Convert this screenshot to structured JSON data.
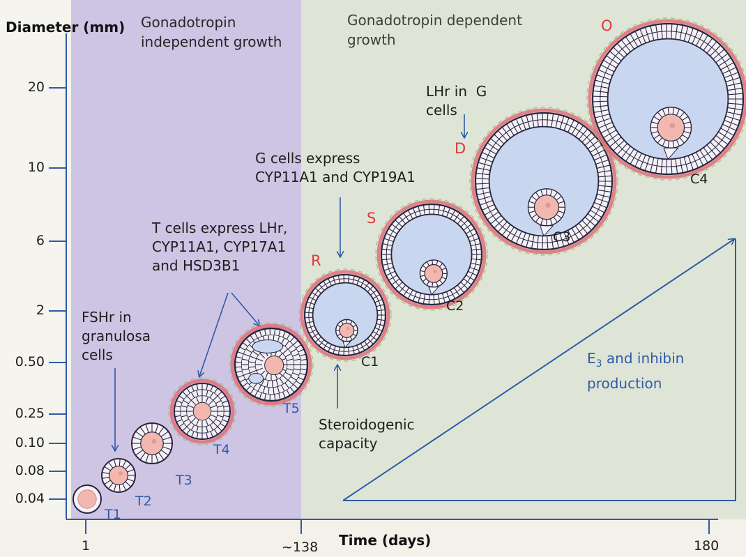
{
  "axis": {
    "y_label": "Diameter (mm)",
    "x_label": "Time (days)",
    "y_ticks": [
      "20",
      "10",
      "6",
      "2",
      "0.50",
      "0.25",
      "0.10",
      "0.08",
      "0.04"
    ],
    "x_ticks": [
      "1",
      "~138",
      "180"
    ]
  },
  "phases": {
    "independent": "Gonadotropin\nindependent growth",
    "dependent": "Gonadotropin dependent\ngrowth"
  },
  "stages": {
    "t1": "T1",
    "t2": "T2",
    "t3": "T3",
    "t4": "T4",
    "t5": "T5",
    "c1": "C1",
    "c2": "C2",
    "c3": "C3",
    "c4": "C4"
  },
  "markers": {
    "r": "R",
    "s": "S",
    "d": "D",
    "o": "O"
  },
  "annotations": {
    "fshr": "FSHr in\ngranulosa\ncells",
    "tcells": "T cells express LHr,\nCYP11A1, CYP17A1\nand HSD3B1",
    "gcells": "G cells express\nCYP11A1 and CYP19A1",
    "lhr": "LHr in  G\ncells",
    "steroid": "Steroidogenic\ncapacity"
  },
  "production": {
    "prefix": "E",
    "subscript": "3",
    "text": " and inhibin\nproduction"
  },
  "colors": {
    "independent_bg": "#cec4e4",
    "dependent_bg": "#dfe5d6",
    "stage_blue": "#2e5aa8",
    "marker_red": "#d93a3a",
    "antrum": "#c9d6ef",
    "oocyte": "#f2b8b0"
  }
}
